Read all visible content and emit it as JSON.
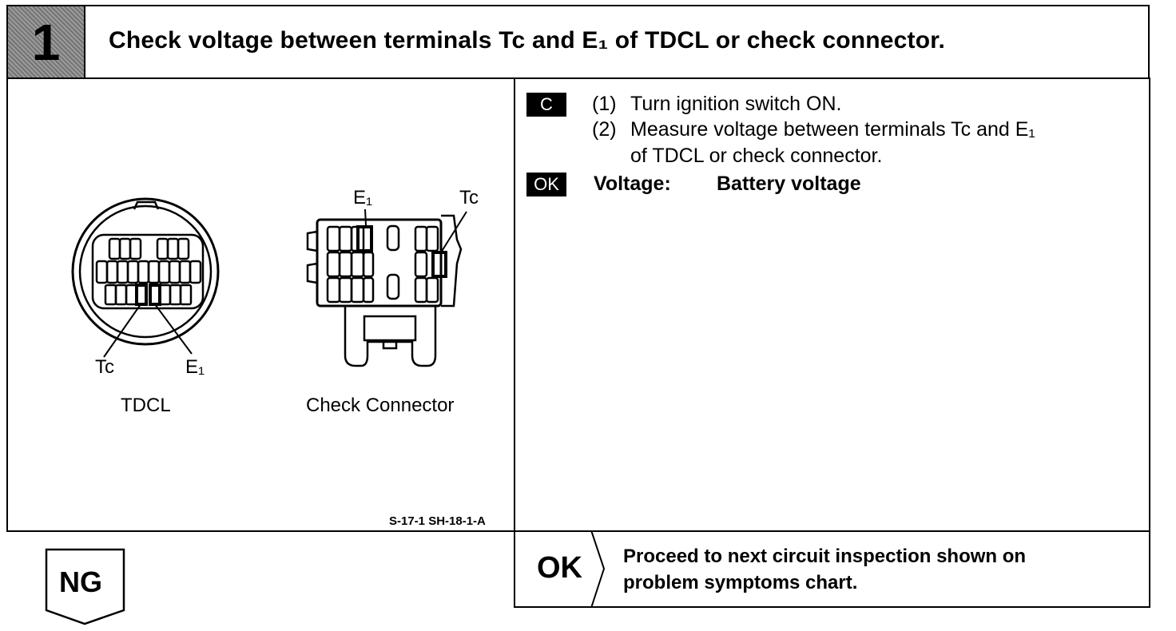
{
  "header": {
    "step_number": "1",
    "title": "Check voltage between terminals Tc and E₁ of TDCL or check connector."
  },
  "figure": {
    "tdcl_label": "TDCL",
    "tdcl_tc": "Tc",
    "tdcl_e1": "E₁",
    "check_connector_label": "Check Connector",
    "cc_e1": "E₁",
    "cc_tc": "Tc",
    "ref_code": "S-17-1  SH-18-1-A"
  },
  "procedure": {
    "c_tag": "C",
    "step1_num": "(1)",
    "step1_text": "Turn ignition switch ON.",
    "step2_num": "(2)",
    "step2_text": "Measure voltage between terminals Tc and E₁",
    "step2_cont": "of TDCL or check connector.",
    "ok_tag": "OK",
    "voltage_label": "Voltage:",
    "voltage_value": "Battery voltage"
  },
  "result_ok": {
    "label": "OK",
    "line1": "Proceed to next circuit inspection shown on",
    "line2": "problem symptoms chart."
  },
  "result_ng": {
    "label": "NG"
  }
}
